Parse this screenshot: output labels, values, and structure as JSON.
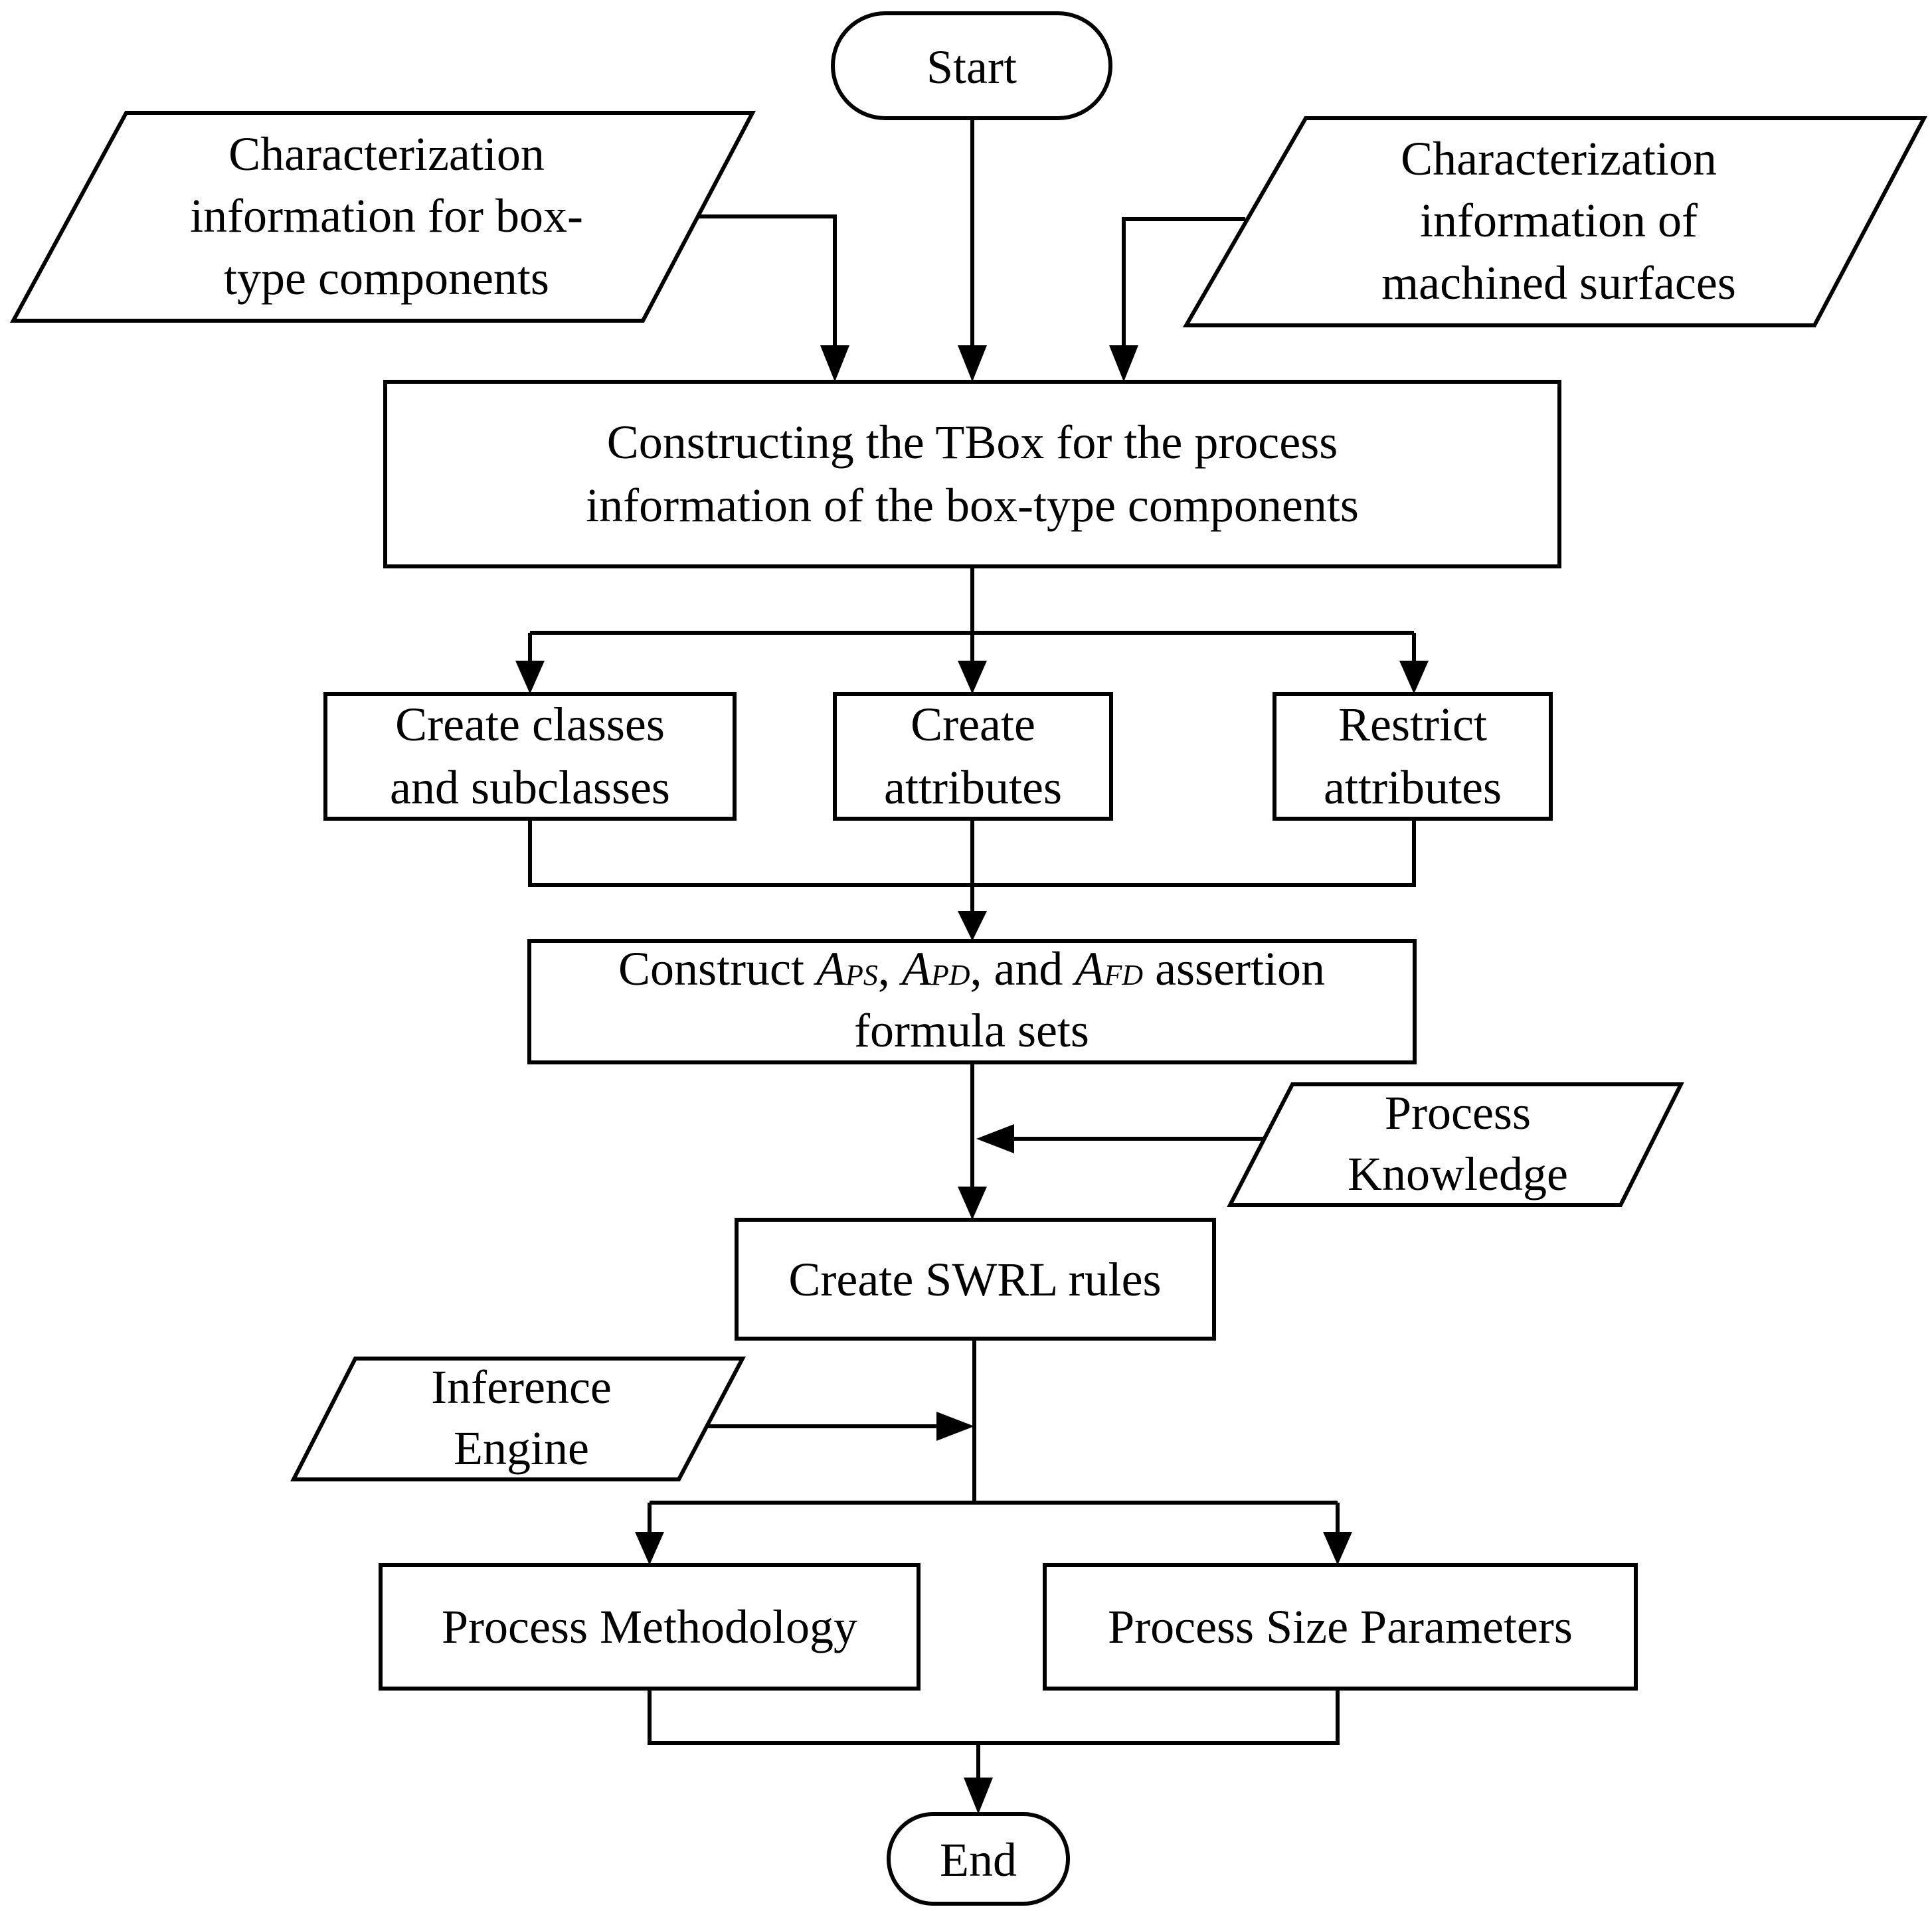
{
  "flowchart": {
    "start": "Start",
    "end": "End",
    "input_box_type": [
      "Characterization",
      "information for box-",
      "type components"
    ],
    "input_surfaces": [
      "Characterization",
      "information of",
      "machined surfaces"
    ],
    "tbox": [
      "Constructing the TBox for the process",
      "information of the box-type components"
    ],
    "create_classes": [
      "Create classes",
      "and subclasses"
    ],
    "create_attributes": [
      "Create",
      "attributes"
    ],
    "restrict_attributes": [
      "Restrict",
      "attributes"
    ],
    "construct_sets": {
      "prefix": "Construct ",
      "a1": "A",
      "s1": "PS",
      "sep1": ", ",
      "a2": "A",
      "s2": "PD",
      "sep2": ", and ",
      "a3": "A",
      "s3": "FD",
      "suffix": " assertion",
      "line2": "formula sets"
    },
    "process_knowledge": [
      "Process",
      "Knowledge"
    ],
    "swrl": "Create SWRL rules",
    "inference_engine": [
      "Inference",
      "Engine"
    ],
    "process_methodology": "Process Methodology",
    "process_size_parameters": "Process Size Parameters"
  }
}
